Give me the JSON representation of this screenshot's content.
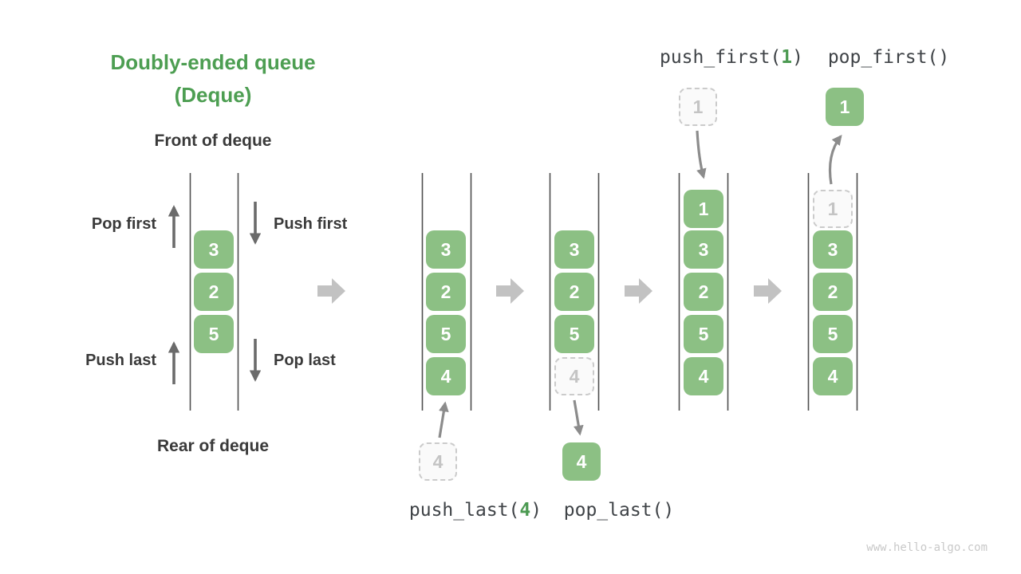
{
  "title": {
    "line1": "Doubly-ended queue",
    "line2": "(Deque)"
  },
  "labels": {
    "front": "Front of deque",
    "rear": "Rear of deque",
    "pop_first": "Pop first",
    "push_first": "Push first",
    "push_last": "Push last",
    "pop_last": "Pop last"
  },
  "demo_stack": {
    "values": [
      "3",
      "2",
      "5"
    ]
  },
  "states": [
    {
      "cells": [
        {
          "v": "3",
          "kind": "solid"
        },
        {
          "v": "2",
          "kind": "solid"
        },
        {
          "v": "5",
          "kind": "solid"
        },
        {
          "v": "4",
          "kind": "solid"
        }
      ],
      "floating": {
        "v": "4",
        "kind": "ghost"
      },
      "op": {
        "pre": "push_last(",
        "arg": "4",
        "post": ")"
      }
    },
    {
      "cells": [
        {
          "v": "3",
          "kind": "solid"
        },
        {
          "v": "2",
          "kind": "solid"
        },
        {
          "v": "5",
          "kind": "solid"
        },
        {
          "v": "4",
          "kind": "ghost"
        }
      ],
      "floating": {
        "v": "4",
        "kind": "solid"
      },
      "op": {
        "pre": "pop_last(",
        "arg": "",
        "post": ")"
      }
    },
    {
      "cells": [
        {
          "v": "1",
          "kind": "solid"
        },
        {
          "v": "3",
          "kind": "solid"
        },
        {
          "v": "2",
          "kind": "solid"
        },
        {
          "v": "5",
          "kind": "solid"
        },
        {
          "v": "4",
          "kind": "solid"
        }
      ],
      "floating": {
        "v": "1",
        "kind": "ghost"
      },
      "op": {
        "pre": "push_first(",
        "arg": "1",
        "post": ")"
      }
    },
    {
      "cells": [
        {
          "v": "1",
          "kind": "ghost"
        },
        {
          "v": "3",
          "kind": "solid"
        },
        {
          "v": "2",
          "kind": "solid"
        },
        {
          "v": "5",
          "kind": "solid"
        },
        {
          "v": "4",
          "kind": "solid"
        }
      ],
      "floating": {
        "v": "1",
        "kind": "solid"
      },
      "op": {
        "pre": "pop_first(",
        "arg": "",
        "post": ")"
      }
    }
  ],
  "watermark": "www.hello-algo.com",
  "colors": {
    "box_green": "#8cc084",
    "title_green": "#4d9e52",
    "code_arg_green": "#4c9a52",
    "dark_text": "#3a3a3a",
    "channel_line": "#4f4f4f",
    "demo_arrow": "#6b6b6b",
    "connector_arrow": "#8c8c8c",
    "big_arrow": "#c2c2c2",
    "ghost_border": "#cbcbcb",
    "ghost_text": "#c4c4c4",
    "watermark_gray": "#c9c9c9"
  }
}
